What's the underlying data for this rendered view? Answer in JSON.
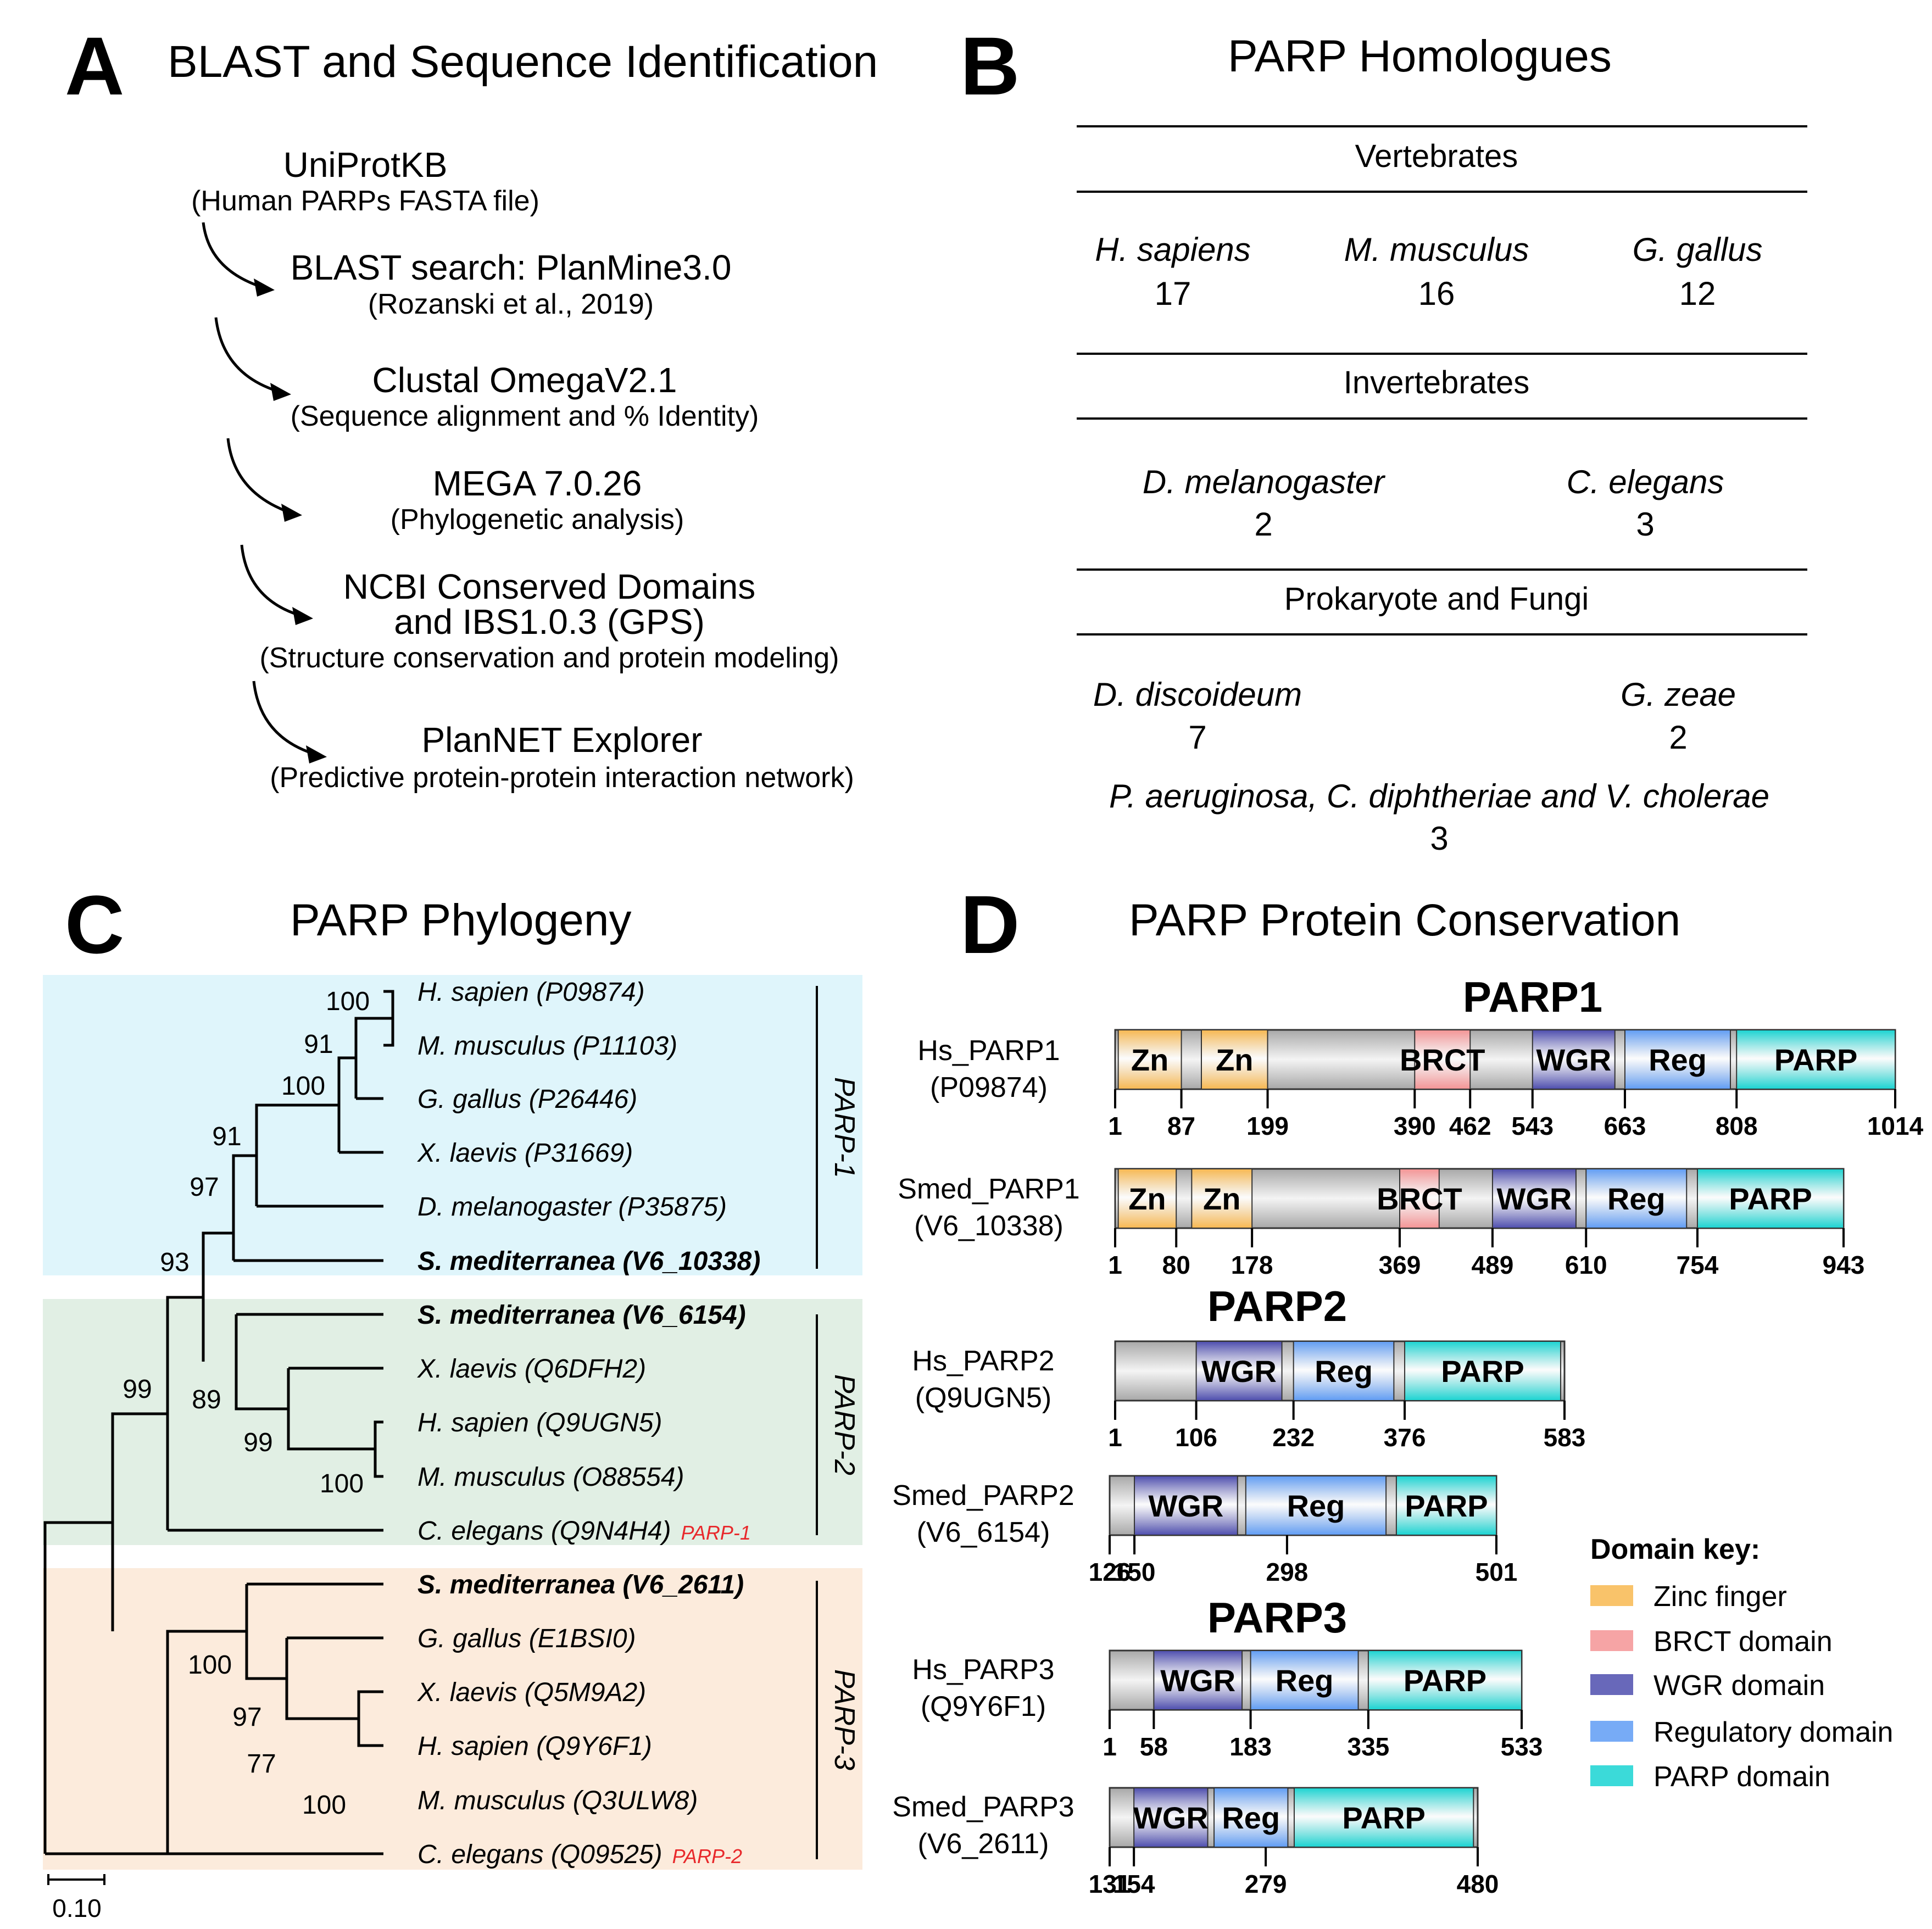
{
  "panel_a": {
    "label": "A",
    "title": "BLAST and Sequence Identification",
    "steps": [
      {
        "main": "UniProtKB",
        "sub": "(Human PARPs FASTA file)"
      },
      {
        "main": "BLAST search: PlanMine3.0",
        "sub": "(Rozanski et al., 2019)"
      },
      {
        "main": "Clustal OmegaV2.1",
        "sub": "(Sequence alignment and % Identity)"
      },
      {
        "main": "MEGA 7.0.26",
        "sub": "(Phylogenetic analysis)"
      },
      {
        "main": "NCBI Conserved Domains",
        "main2": "and IBS1.0.3 (GPS)",
        "sub": "(Structure conservation and protein modeling)"
      },
      {
        "main": "PlanNET Explorer",
        "sub": "(Predictive protein-protein interaction network)"
      }
    ]
  },
  "panel_b": {
    "label": "B",
    "title": "PARP Homologues",
    "groups": [
      {
        "name": "Vertebrates",
        "species": [
          {
            "name": "H. sapiens",
            "count": "17"
          },
          {
            "name": "M. musculus",
            "count": "16"
          },
          {
            "name": "G. gallus",
            "count": "12"
          }
        ]
      },
      {
        "name": "Invertebrates",
        "species": [
          {
            "name": "D. melanogaster",
            "count": "2"
          },
          {
            "name": "C. elegans",
            "count": "3"
          }
        ]
      },
      {
        "name": "Prokaryote and Fungi",
        "species": [
          {
            "name": "D. discoideum",
            "count": "7"
          },
          {
            "name": "G. zeae",
            "count": "2"
          },
          {
            "name": "P. aeruginosa, C. diphtheriae and V. cholerae",
            "count": "3"
          }
        ]
      }
    ]
  },
  "panel_c": {
    "label": "C",
    "title": "PARP Phylogeny",
    "colors": {
      "parp1_bg": "#dff5fb",
      "parp2_bg": "#e1efe4",
      "parp3_bg": "#fcebdc",
      "note": "#e8282b"
    },
    "taxa": [
      {
        "name": "H. sapien (P09874)",
        "bold": false
      },
      {
        "name": "M. musculus (P11103)",
        "bold": false
      },
      {
        "name": "G. gallus (P26446)",
        "bold": false
      },
      {
        "name": "X. laevis (P31669)",
        "bold": false
      },
      {
        "name": "D. melanogaster (P35875)",
        "bold": false
      },
      {
        "name": "S. mediterranea (V6_10338)",
        "bold": true
      },
      {
        "name": "S. mediterranea (V6_6154)",
        "bold": true
      },
      {
        "name": "X. laevis (Q6DFH2)",
        "bold": false
      },
      {
        "name": "H. sapien (Q9UGN5)",
        "bold": false
      },
      {
        "name": "M. musculus (O88554)",
        "bold": false
      },
      {
        "name": "C. elegans (Q9N4H4)",
        "bold": false,
        "note": "PARP-1"
      },
      {
        "name": "S. mediterranea (V6_2611)",
        "bold": true
      },
      {
        "name": "G. gallus (E1BSI0)",
        "bold": false
      },
      {
        "name": "X. laevis (Q5M9A2)",
        "bold": false
      },
      {
        "name": "H. sapien (Q9Y6F1)",
        "bold": false
      },
      {
        "name": "M. musculus (Q3ULW8)",
        "bold": false
      },
      {
        "name": "C. elegans (Q09525)",
        "bold": false,
        "note": "PARP-2"
      }
    ],
    "bootstrap": [
      "100",
      "91",
      "100",
      "91",
      "97",
      "93",
      "99",
      "89",
      "99",
      "100",
      "100",
      "97",
      "77",
      "100"
    ],
    "clades": [
      "PARP-1",
      "PARP-2",
      "PARP-3"
    ],
    "scale_label": "0.10"
  },
  "panel_d": {
    "label": "D",
    "title": "PARP Protein Conservation",
    "group_titles": [
      "PARP1",
      "PARP2",
      "PARP3"
    ],
    "colors": {
      "Zn": "#f8b850",
      "BRCT": "#f49495",
      "WGR": "#4d4dae",
      "Reg": "#5f9cf4",
      "PARP": "#19d4d2",
      "backbone": "#bdbdbd"
    },
    "proteins": [
      {
        "name": "Hs_PARP1",
        "acc": "(P09874)",
        "start": 1,
        "end": 1014,
        "ticks": [
          "1",
          "87",
          "199",
          "390",
          "462",
          "543",
          "663",
          "808",
          "1014"
        ],
        "domains": [
          {
            "type": "Zn",
            "label": "Zn",
            "from": 5,
            "to": 87
          },
          {
            "type": "Zn",
            "label": "Zn",
            "from": 113,
            "to": 199
          },
          {
            "type": "BRCT",
            "label": "BRCT",
            "from": 390,
            "to": 462
          },
          {
            "type": "WGR",
            "label": "WGR",
            "from": 543,
            "to": 650
          },
          {
            "type": "Reg",
            "label": "Reg",
            "from": 663,
            "to": 800
          },
          {
            "type": "PARP",
            "label": "PARP",
            "from": 808,
            "to": 1014
          }
        ]
      },
      {
        "name": "Smed_PARP1",
        "acc": "(V6_10338)",
        "start": 1,
        "end": 943,
        "ticks": [
          "1",
          "80",
          "178",
          "369",
          "489",
          "610",
          "754",
          "943"
        ],
        "domains": [
          {
            "type": "Zn",
            "label": "Zn",
            "from": 5,
            "to": 80
          },
          {
            "type": "Zn",
            "label": "Zn",
            "from": 100,
            "to": 178
          },
          {
            "type": "BRCT",
            "label": "BRCT",
            "from": 369,
            "to": 420
          },
          {
            "type": "WGR",
            "label": "WGR",
            "from": 489,
            "to": 597
          },
          {
            "type": "Reg",
            "label": "Reg",
            "from": 610,
            "to": 740
          },
          {
            "type": "PARP",
            "label": "PARP",
            "from": 754,
            "to": 943
          }
        ]
      },
      {
        "name": "Hs_PARP2",
        "acc": "(Q9UGN5)",
        "start": 1,
        "end": 583,
        "ticks": [
          "1",
          "106",
          "232",
          "376",
          "583"
        ],
        "domains": [
          {
            "type": "WGR",
            "label": "WGR",
            "from": 106,
            "to": 217
          },
          {
            "type": "Reg",
            "label": "Reg",
            "from": 232,
            "to": 362
          },
          {
            "type": "PARP",
            "label": "PARP",
            "from": 376,
            "to": 578
          }
        ]
      },
      {
        "name": "Smed_PARP2",
        "acc": "(V6_6154)",
        "start": 126,
        "end": 501,
        "ticks": [
          "126",
          "150",
          "298",
          "501"
        ],
        "domains": [
          {
            "type": "WGR",
            "label": "WGR",
            "from": 150,
            "to": 250
          },
          {
            "type": "Reg",
            "label": "Reg",
            "from": 258,
            "to": 394
          },
          {
            "type": "PARP",
            "label": "PARP",
            "from": 404,
            "to": 501
          }
        ]
      },
      {
        "name": "Hs_PARP3",
        "acc": "(Q9Y6F1)",
        "start": 1,
        "end": 533,
        "ticks": [
          "1",
          "58",
          "183",
          "335",
          "533"
        ],
        "domains": [
          {
            "type": "WGR",
            "label": "WGR",
            "from": 58,
            "to": 172
          },
          {
            "type": "Reg",
            "label": "Reg",
            "from": 183,
            "to": 322
          },
          {
            "type": "PARP",
            "label": "PARP",
            "from": 335,
            "to": 533
          }
        ]
      },
      {
        "name": "Smed_PARP3",
        "acc": "(V6_2611)",
        "start": 131,
        "end": 480,
        "ticks": [
          "131",
          "154",
          "279",
          "480"
        ],
        "domains": [
          {
            "type": "WGR",
            "label": "WGR",
            "from": 154,
            "to": 224
          },
          {
            "type": "Reg",
            "label": "Reg",
            "from": 230,
            "to": 300
          },
          {
            "type": "PARP",
            "label": "PARP",
            "from": 306,
            "to": 476
          }
        ]
      }
    ],
    "legend": {
      "title": "Domain key:",
      "items": [
        {
          "type": "Zn",
          "label": "Zinc finger"
        },
        {
          "type": "BRCT",
          "label": "BRCT domain"
        },
        {
          "type": "WGR",
          "label": "WGR domain"
        },
        {
          "type": "Reg",
          "label": "Regulatory domain"
        },
        {
          "type": "PARP",
          "label": "PARP domain"
        }
      ]
    }
  }
}
